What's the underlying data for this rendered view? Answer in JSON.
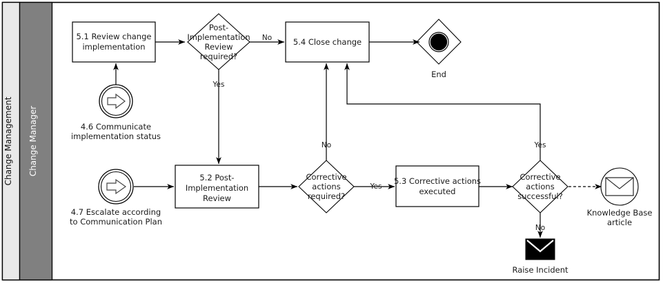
{
  "diagram": {
    "type": "bpmn-process-diagram",
    "pool": {
      "title": "Change Management"
    },
    "lane": {
      "title": "Change Manager"
    },
    "tasks": [
      {
        "id": "t51",
        "label": "5.1 Review change implementation",
        "lines": [
          "5.1 Review change",
          "implementation"
        ]
      },
      {
        "id": "t54",
        "label": "5.4 Close change",
        "lines": [
          "5.4 Close change"
        ]
      },
      {
        "id": "t52",
        "label": "5.2 Post-Implementation Review",
        "lines": [
          "5.2 Post-",
          "Implementation",
          "Review"
        ]
      },
      {
        "id": "t53",
        "label": "5.3 Corrective actions executed",
        "lines": [
          "5.3 Corrective actions",
          "executed"
        ]
      }
    ],
    "gateways": [
      {
        "id": "g1",
        "label": "Post-Implementation Review required?",
        "lines": [
          "Post-",
          "Implementation",
          "Review",
          "required?"
        ]
      },
      {
        "id": "g2",
        "label": "Corrective actions required?",
        "lines": [
          "Corrective",
          "actions",
          "required?"
        ]
      },
      {
        "id": "g3",
        "label": "Corrective actions successful?",
        "lines": [
          "Corrective",
          "actions",
          "successful?"
        ]
      }
    ],
    "events": [
      {
        "id": "e46",
        "kind": "link-intermediate-icon",
        "label": "4.6 Communicate implementation status",
        "lines": [
          "4.6 Communicate",
          "implementation status"
        ]
      },
      {
        "id": "e47",
        "kind": "link-intermediate-icon",
        "label": "4.7 Escalate according to Communication Plan",
        "lines": [
          "4.7 Escalate according",
          "to Communication Plan"
        ]
      },
      {
        "id": "eEnd",
        "kind": "end-terminate",
        "label": "End",
        "lines": [
          "End"
        ]
      },
      {
        "id": "eKb",
        "kind": "message-event-circle",
        "label": "Knowledge Base article",
        "lines": [
          "Knowledge Base",
          "article"
        ]
      },
      {
        "id": "eInc",
        "kind": "message-solid-envelope",
        "label": "Raise Incident",
        "lines": [
          "Raise Incident"
        ]
      }
    ],
    "flow_labels": {
      "g1_no": "No",
      "g1_yes": "Yes",
      "g2_no": "No",
      "g2_yes": "Yes",
      "g3_yes": "Yes",
      "g3_no": "No"
    },
    "colors": {
      "pool_header_bg": "#e9e9e9",
      "lane_header_bg": "#808080",
      "lane_header_text": "#ffffff",
      "stroke": "#000000",
      "canvas": "#ffffff"
    }
  }
}
